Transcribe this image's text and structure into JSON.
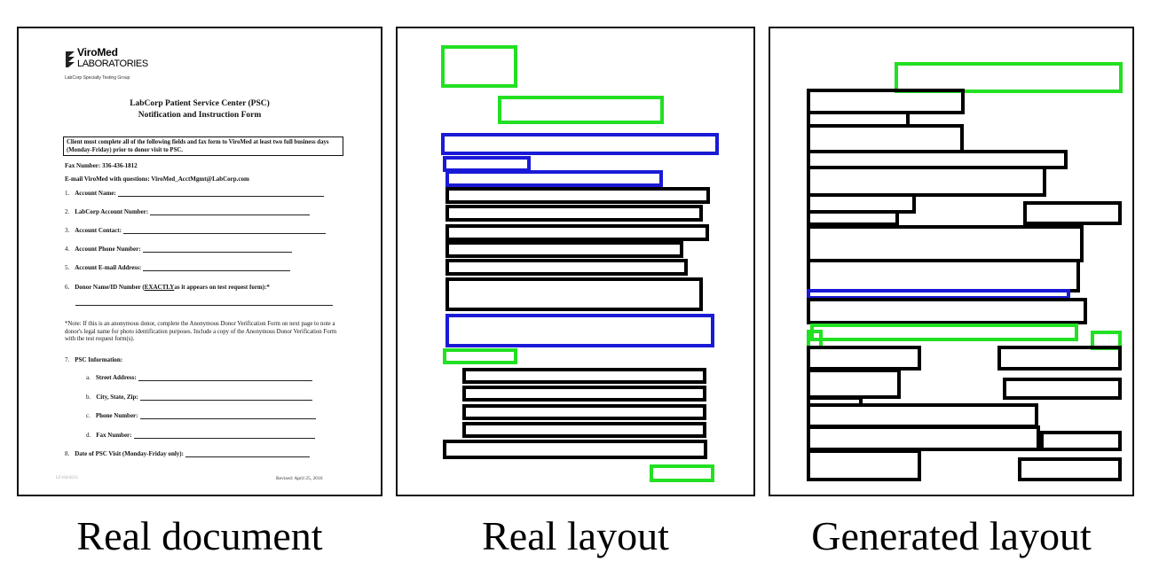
{
  "captions": {
    "real_document": "Real document",
    "real_layout": "Real layout",
    "generated_layout": "Generated layout"
  },
  "colors": {
    "outline": "#111111",
    "text_box": "#000000",
    "title_box": "#22e022",
    "list_box": "#1a1ad6"
  },
  "document": {
    "logo_name": "ViroMed",
    "logo_sub": "LABORATORIES",
    "logo_tag": "LabCorp Specialty Testing Group",
    "title_line1": "LabCorp Patient Service Center (PSC)",
    "title_line2": "Notification and Instruction Form",
    "notice": "Client must complete all of the following fields and fax form to ViroMed at least two full business days (Monday-Friday) prior to donor visit to PSC.",
    "fax": "Fax Number:  336-436-1812",
    "email": "E-mail ViroMed with questions:  ViroMed_AcctMgmt@LabCorp.com",
    "fields": [
      {
        "num": "1.",
        "label": "Account Name:"
      },
      {
        "num": "2.",
        "label": "LabCorp Account Number:"
      },
      {
        "num": "3.",
        "label": "Account Contact:"
      },
      {
        "num": "4.",
        "label": "Account Phone Number:"
      },
      {
        "num": "5.",
        "label": "Account E-mail Address:"
      }
    ],
    "field6_num": "6.",
    "field6_pre": "Donor Name/ID Number (",
    "field6_em": "EXACTLY",
    "field6_post": " as it appears on test request form):*",
    "note": "*Note:  If this is an anonymous donor, complete the Anonymous Donor Verification Form on next page to note a donor's legal name for photo identification purposes.  Include a copy of the Anonymous Donor Verification Form with the test request form(s).",
    "field7_num": "7.",
    "field7_label": "PSC Information:",
    "subfields": [
      {
        "num": "a.",
        "label": "Street Address:"
      },
      {
        "num": "b.",
        "label": "City, State, Zip:"
      },
      {
        "num": "c.",
        "label": "Phone Number:"
      },
      {
        "num": "d.",
        "label": "Fax Number:"
      }
    ],
    "field8_num": "8.",
    "field8_label": "Date of PSC Visit (Monday-Friday only):",
    "footer_left": "LF164-0215",
    "footer_right": "Revised:  April 25, 2016"
  }
}
